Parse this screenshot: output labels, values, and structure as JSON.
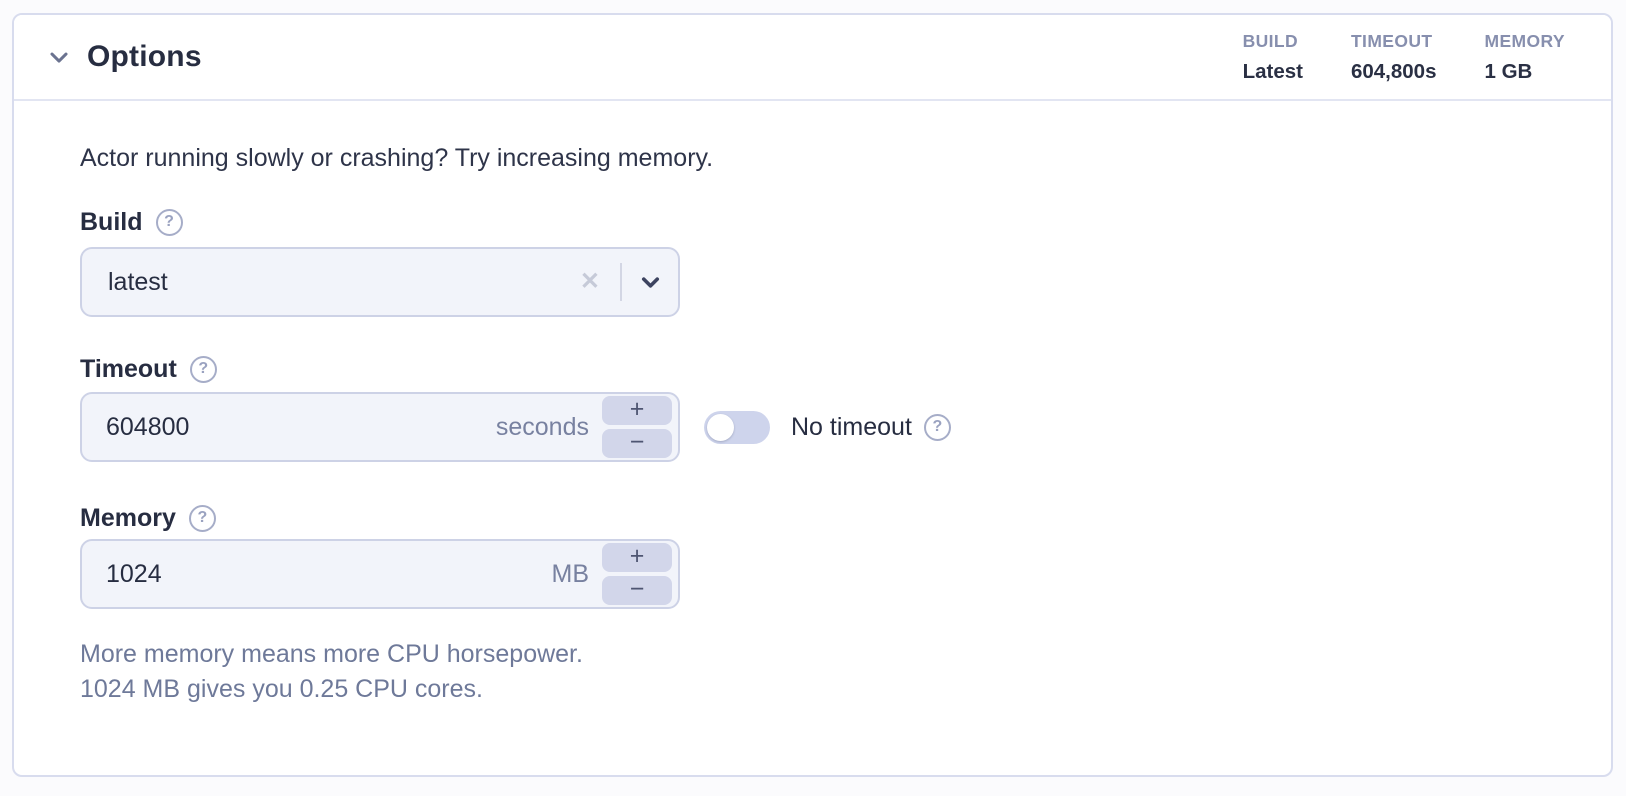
{
  "panel": {
    "title": "Options",
    "summary": [
      {
        "label": "BUILD",
        "value": "Latest"
      },
      {
        "label": "TIMEOUT",
        "value": "604,800s"
      },
      {
        "label": "MEMORY",
        "value": "1 GB"
      }
    ],
    "hint": "Actor running slowly or crashing? Try increasing memory.",
    "build": {
      "label": "Build",
      "value": "latest"
    },
    "timeout": {
      "label": "Timeout",
      "value": "604800",
      "unit": "seconds",
      "toggle_label": "No timeout",
      "toggle_state": "off"
    },
    "memory": {
      "label": "Memory",
      "value": "1024",
      "unit": "MB",
      "help_line1": "More memory means more CPU horsepower.",
      "help_line2": "1024 MB gives you 0.25 CPU cores."
    },
    "icons": {
      "help": "?",
      "clear": "✕",
      "plus": "+",
      "minus": "−"
    },
    "colors": {
      "text_dark": "#272d41",
      "text_muted": "#6e7999",
      "summary_label": "#878fae",
      "input_bg": "#f2f4fa",
      "input_border": "#cdd2e6",
      "stepper_bg": "#d2d6ea",
      "toggle_track": "#ced4ec",
      "card_border": "#d8dcee"
    }
  }
}
